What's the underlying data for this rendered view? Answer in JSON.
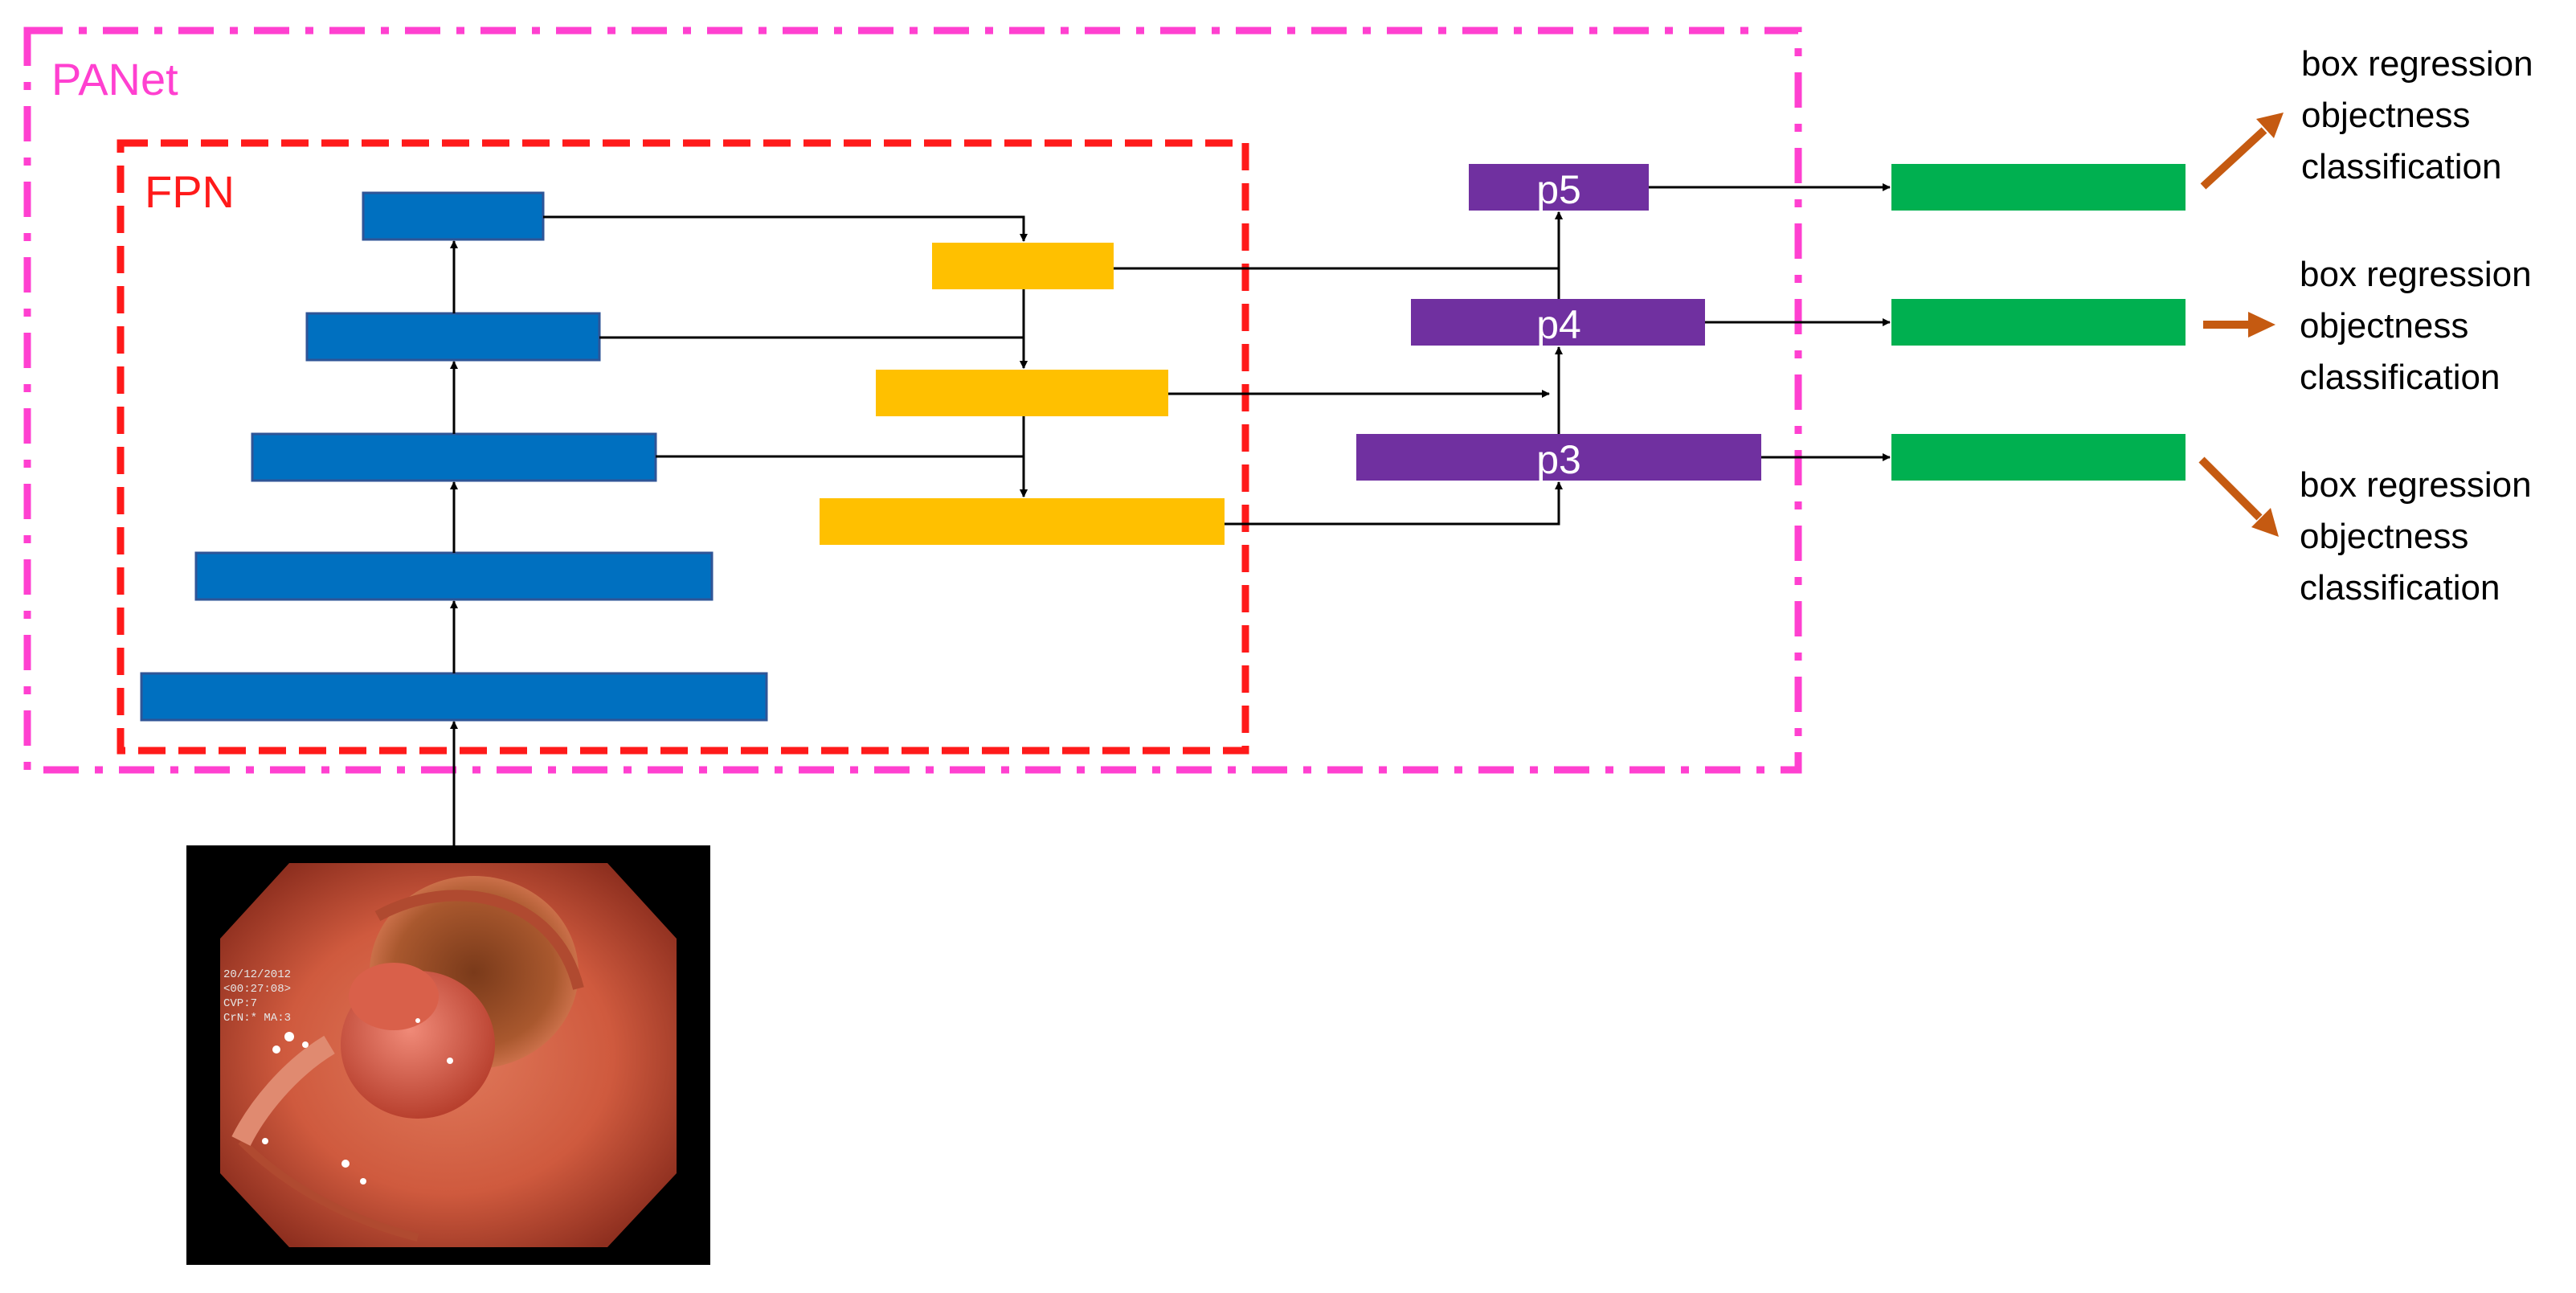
{
  "panet": {
    "label": "PANet",
    "color": "#ff40d0"
  },
  "fpn": {
    "label": "FPN",
    "color": "#ff1a1a"
  },
  "colors": {
    "backbone": "#0070c0",
    "topdown": "#ffc000",
    "path": "#7030a0",
    "head": "#00b050",
    "output_arrow": "#c55a11",
    "connector": "#000000"
  },
  "path_levels": [
    {
      "label": "p5"
    },
    {
      "label": "p4"
    },
    {
      "label": "p3"
    }
  ],
  "heads": [
    {
      "lines": [
        "box regression",
        "objectness",
        "classification"
      ]
    },
    {
      "lines": [
        "box regression",
        "objectness",
        "classification"
      ]
    },
    {
      "lines": [
        "box regression",
        "objectness",
        "classification"
      ]
    }
  ],
  "input_image": {
    "overlay_lines": [
      "20/12/2012",
      "<00:27:08>",
      "CVP:7",
      "CrN:* MA:3"
    ]
  }
}
